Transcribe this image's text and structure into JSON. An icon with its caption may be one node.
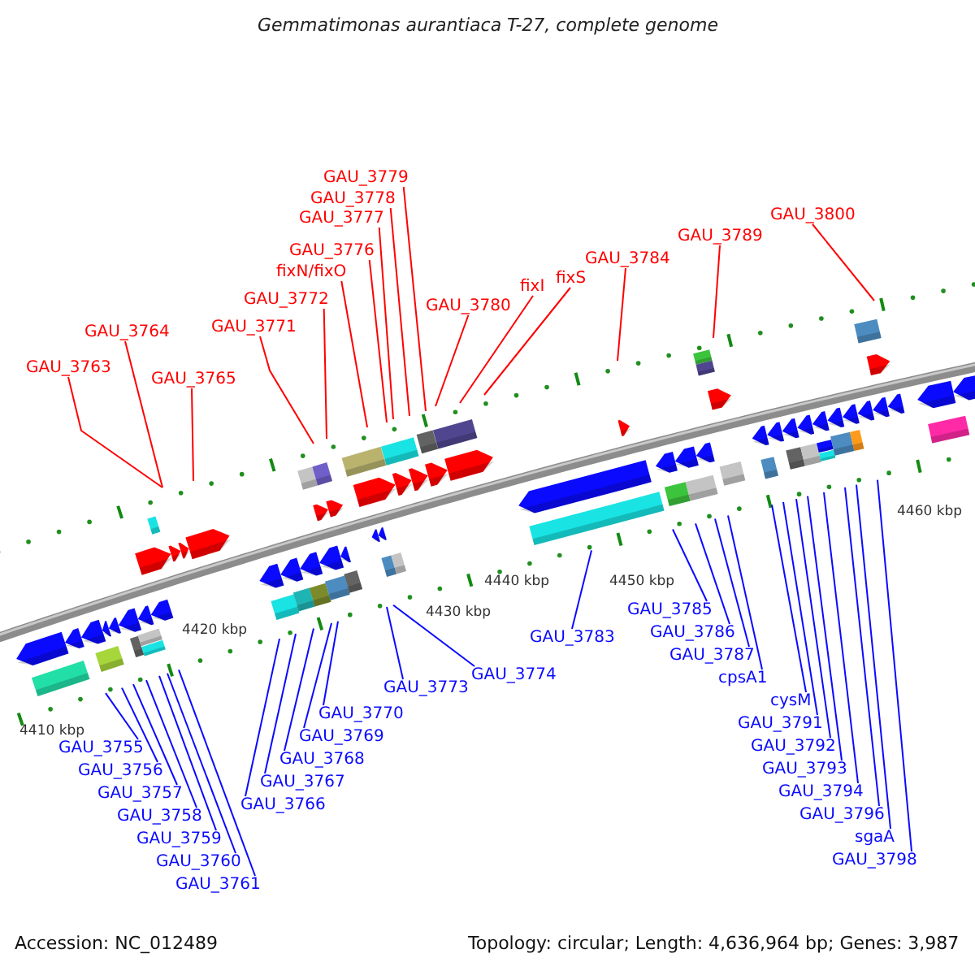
{
  "diagram": {
    "title": "Gemmatimonas aurantiaca T-27, complete genome",
    "nodes": [
      {
        "text": [
          "GAU_3779"
        ]
      },
      {
        "text": [
          "GAU_3778"
        ]
      },
      {
        "text": [
          "GAU_3800"
        ]
      },
      {
        "text": [
          "GAU_3777"
        ]
      },
      {
        "text": [
          "GAU_3789"
        ]
      },
      {
        "text": [
          "GAU_3776"
        ]
      },
      {
        "text": [
          "GAU_3784"
        ]
      },
      {
        "text": [
          "fixN/fixO"
        ]
      },
      {
        "text": [
          "fixS"
        ]
      },
      {
        "text": [
          "fixI"
        ]
      },
      {
        "text": [
          "GAU_3772"
        ]
      },
      {
        "text": [
          "GAU_3780"
        ]
      },
      {
        "text": [
          "GAU_3771"
        ]
      },
      {
        "text": [
          "GAU_3764"
        ]
      },
      {
        "text": [
          "GAU_3763"
        ]
      },
      {
        "text": [
          "GAU_3765"
        ]
      },
      {
        "text": [
          "GAU_3785"
        ]
      },
      {
        "text": [
          "GAU_3786"
        ]
      },
      {
        "text": [
          "GAU_3783"
        ]
      },
      {
        "text": [
          "GAU_3787"
        ]
      },
      {
        "text": [
          "GAU_3774"
        ]
      },
      {
        "text": [
          "cpsA1"
        ]
      },
      {
        "text": [
          "GAU_3773"
        ]
      },
      {
        "text": [
          "cysM"
        ]
      },
      {
        "text": [
          "GAU_3770"
        ]
      },
      {
        "text": [
          "GAU_3791"
        ]
      },
      {
        "text": [
          "GAU_3769"
        ]
      },
      {
        "text": [
          "GAU_3792"
        ]
      },
      {
        "text": [
          "GAU_3755"
        ]
      },
      {
        "text": [
          "GAU_3768"
        ]
      },
      {
        "text": [
          "GAU_3793"
        ]
      },
      {
        "text": [
          "GAU_3756"
        ]
      },
      {
        "text": [
          "GAU_3767"
        ]
      },
      {
        "text": [
          "GAU_3794"
        ]
      },
      {
        "text": [
          "GAU_3757"
        ]
      },
      {
        "text": [
          "GAU_3766"
        ]
      },
      {
        "text": [
          "GAU_3796"
        ]
      },
      {
        "text": [
          "GAU_3758"
        ]
      },
      {
        "text": [
          "sgaA"
        ]
      },
      {
        "text": [
          "GAU_3759"
        ]
      },
      {
        "text": [
          "GAU_3798"
        ]
      },
      {
        "text": [
          "GAU_3760"
        ]
      },
      {
        "text": [
          "GAU_3761"
        ]
      }
    ],
    "edges": [
      {
        "from": 0,
        "to": null,
        "arrow": "none",
        "color": "#ff0000"
      },
      {
        "from": 1,
        "to": null,
        "arrow": "none",
        "color": "#ff0000"
      },
      {
        "from": 2,
        "to": null,
        "arrow": "none",
        "color": "#ff0000"
      },
      {
        "from": 3,
        "to": null,
        "arrow": "none",
        "color": "#ff0000"
      },
      {
        "from": 4,
        "to": null,
        "arrow": "none",
        "color": "#ff0000"
      },
      {
        "from": 5,
        "to": null,
        "arrow": "none",
        "color": "#ff0000"
      },
      {
        "from": 6,
        "to": null,
        "arrow": "none",
        "color": "#ff0000"
      },
      {
        "from": 7,
        "to": null,
        "arrow": "none",
        "color": "#ff0000"
      },
      {
        "from": 8,
        "to": null,
        "arrow": "none",
        "color": "#ff0000"
      },
      {
        "from": 9,
        "to": null,
        "arrow": "none",
        "color": "#ff0000"
      },
      {
        "from": 10,
        "to": null,
        "arrow": "none",
        "color": "#ff0000"
      },
      {
        "from": 11,
        "to": null,
        "arrow": "none",
        "color": "#ff0000"
      },
      {
        "from": 12,
        "to": null,
        "arrow": "none",
        "color": "#ff0000"
      },
      {
        "from": 13,
        "to": null,
        "arrow": "none",
        "color": "#ff0000"
      },
      {
        "from": 14,
        "to": null,
        "arrow": "none",
        "color": "#ff0000"
      },
      {
        "from": 15,
        "to": null,
        "arrow": "none",
        "color": "#ff0000"
      },
      {
        "from": 16,
        "to": null,
        "arrow": "none"
      },
      {
        "from": 17,
        "to": null,
        "arrow": "none"
      },
      {
        "from": 18,
        "to": null,
        "arrow": "none"
      },
      {
        "from": 19,
        "to": null,
        "arrow": "none"
      },
      {
        "from": 20,
        "to": null,
        "arrow": "none"
      },
      {
        "from": 21,
        "to": null,
        "arrow": "none"
      },
      {
        "from": 22,
        "to": null,
        "arrow": "none"
      },
      {
        "from": 23,
        "to": null,
        "arrow": "none"
      },
      {
        "from": 24,
        "to": null,
        "arrow": "none"
      },
      {
        "from": 25,
        "to": null,
        "arrow": "none"
      },
      {
        "from": 26,
        "to": null,
        "arrow": "none"
      },
      {
        "from": 27,
        "to": null,
        "arrow": "none"
      },
      {
        "from": 28,
        "to": null,
        "arrow": "none"
      },
      {
        "from": 29,
        "to": null,
        "arrow": "none"
      },
      {
        "from": 30,
        "to": null,
        "arrow": "none"
      },
      {
        "from": 31,
        "to": null,
        "arrow": "none"
      },
      {
        "from": 32,
        "to": null,
        "arrow": "none"
      },
      {
        "from": 33,
        "to": null,
        "arrow": "none"
      },
      {
        "from": 34,
        "to": null,
        "arrow": "none"
      },
      {
        "from": 35,
        "to": null,
        "arrow": "none"
      },
      {
        "from": 36,
        "to": null,
        "arrow": "none"
      },
      {
        "from": 37,
        "to": null,
        "arrow": "none"
      },
      {
        "from": 38,
        "to": null,
        "arrow": "none"
      },
      {
        "from": 39,
        "to": null,
        "arrow": "none"
      },
      {
        "from": 40,
        "to": null,
        "arrow": "none"
      },
      {
        "from": 41,
        "to": null,
        "arrow": "none"
      },
      {
        "from": 42,
        "to": null,
        "arrow": "none"
      }
    ],
    "labels": [
      "4410 kbp",
      "4420 kbp",
      "4430 kbp",
      "4440 kbp",
      "4450 kbp",
      "4460 kbp",
      "Accession: NC_012489",
      "Topology: circular; Length: 4,636,964 bp; Genes: 3,987"
    ]
  }
}
